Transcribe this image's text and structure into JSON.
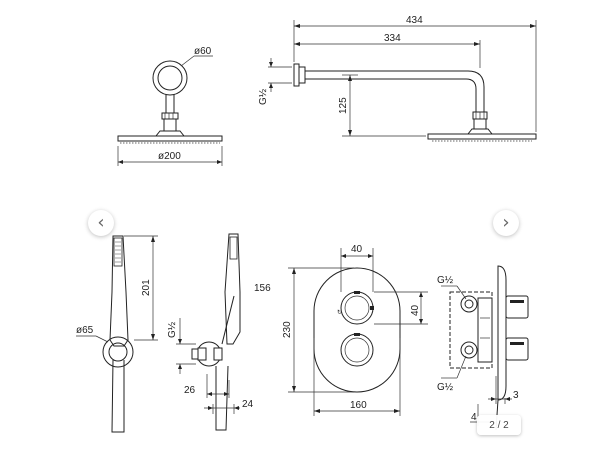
{
  "dimensions": {
    "arm_total": "434",
    "arm_length": "334",
    "arm_drop": "125",
    "arm_thread": "G½",
    "flange_dia": "ø60",
    "head_dia": "ø200",
    "hand_length": "201",
    "hand_dia": "ø65",
    "hose_thread": "G½",
    "outlet_a": "26",
    "outlet_b": "24",
    "valve_height": "156",
    "plate_height": "230",
    "plate_width": "160",
    "knob_spacing_h": "40",
    "knob_spacing_v": "40",
    "body_thread_top": "G½",
    "body_thread_bottom": "G½",
    "body_depth": "3",
    "body_side": "4"
  },
  "gallery": {
    "prev_icon": "‹",
    "next_icon": "›",
    "page_indicator": "2 / 2"
  }
}
